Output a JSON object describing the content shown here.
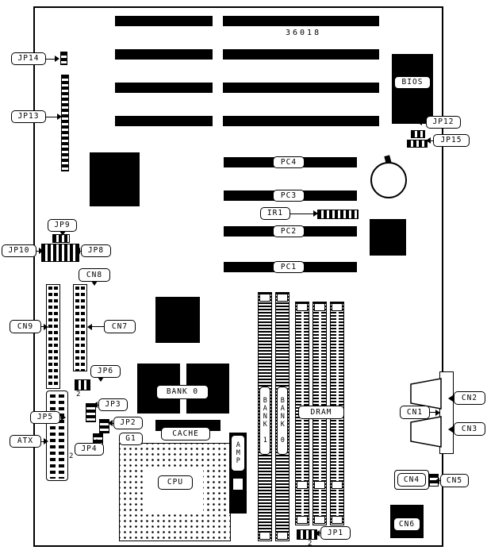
{
  "board": {
    "part_number": "36018"
  },
  "chips": {
    "bios": "BIOS",
    "cpu": "CPU",
    "amp": "AMP"
  },
  "callouts": {
    "jp14": "JP14",
    "jp13": "JP13",
    "jp12": "JP12",
    "jp15": "JP15",
    "ir1": "IR1",
    "jp9": "JP9",
    "jp10": "JP10",
    "jp8": "JP8",
    "cn8": "CN8",
    "cn9": "CN9",
    "cn7": "CN7",
    "jp6": "JP6",
    "jp5": "JP5",
    "atx": "ATX",
    "jp3": "JP3",
    "jp2": "JP2",
    "jp4": "JP4",
    "g1": "G1",
    "jp1": "JP1",
    "cn1": "CN1",
    "cn2": "CN2",
    "cn3": "CN3",
    "cn4": "CN4",
    "cn5": "CN5",
    "cn6": "CN6"
  },
  "slots": {
    "pc4": "PC4",
    "pc3": "PC3",
    "pc2": "PC2",
    "pc1": "PC1",
    "dram": "DRAM",
    "bank1": "BANK 1",
    "bank0": "BANK 0",
    "cache_bank0": "BANK 0",
    "cache": "CACHE"
  },
  "markers": {
    "jp6_pin2": "2",
    "atx_pin2": "2",
    "jp1_pin2": "2"
  }
}
